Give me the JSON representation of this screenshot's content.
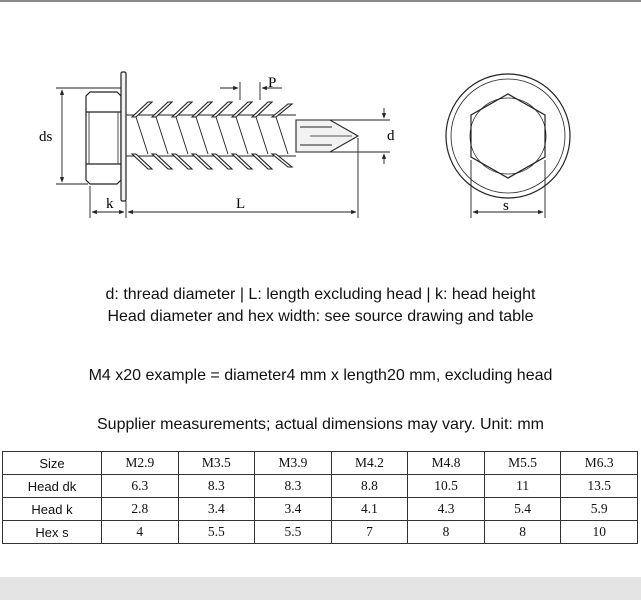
{
  "drawing": {
    "dim_labels": {
      "ds": "ds",
      "P": "P",
      "d": "d",
      "k": "k",
      "L": "L",
      "s": "s"
    }
  },
  "captions": {
    "line1": "d: thread diameter | L: length excluding head | k: head height",
    "line2": "Head diameter and hex width: see source drawing and table",
    "line3": "M4 x20 example = diameter4 mm x length20 mm, excluding head",
    "line4": "Supplier measurements; actual dimensions may vary. Unit: mm"
  },
  "table": {
    "rows": [
      {
        "label": "Size",
        "values": [
          "M2.9",
          "M3.5",
          "M3.9",
          "M4.2",
          "M4.8",
          "M5.5",
          "M6.3"
        ]
      },
      {
        "label": "Head dk",
        "values": [
          "6.3",
          "8.3",
          "8.3",
          "8.8",
          "10.5",
          "11",
          "13.5"
        ]
      },
      {
        "label": "Head k",
        "values": [
          "2.8",
          "3.4",
          "3.4",
          "4.1",
          "4.3",
          "5.4",
          "5.9"
        ]
      },
      {
        "label": "Hex s",
        "values": [
          "4",
          "5.5",
          "5.5",
          "7",
          "8",
          "8",
          "10"
        ]
      }
    ]
  }
}
